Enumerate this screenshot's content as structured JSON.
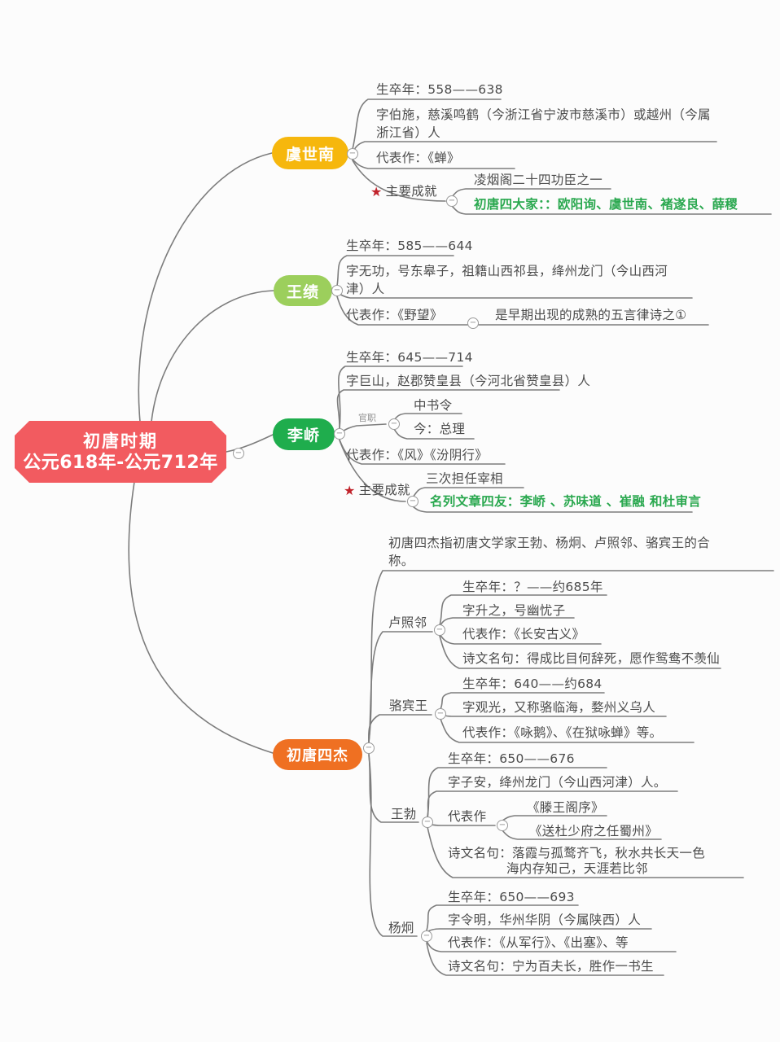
{
  "icons": {
    "minus": "−",
    "star": "★"
  },
  "colors": {
    "root_bg": "#f25b60",
    "yushinan_bg": "#f6b70d",
    "wangji_bg": "#9ccf5c",
    "liqiao_bg": "#1fad4d",
    "sijie_bg": "#ef7022",
    "highlight_green": "#2aa84f",
    "star_red": "#c1232b",
    "line_gray": "#7d7d7d",
    "text_gray": "#4b4b4b"
  },
  "root": {
    "title_line1": "初唐时期",
    "title_line2": "公元618年-公元712年"
  },
  "yushinan": {
    "label": "虞世南",
    "dates": "生卒年：558——638",
    "bio": "字伯施，慈溪鸣鹤（今浙江省宁波市慈溪市）或越州（今属浙江省）人",
    "works": "代表作：《蝉》",
    "achievement_label": "主要成就",
    "achievement1": "凌烟阁二十四功臣之一",
    "achievement2": "初唐四大家：：欧阳询、虞世南、褚遂良、薛稷"
  },
  "wangji": {
    "label": "王绩",
    "dates": "生卒年：585——644",
    "bio": "字无功，号东皋子，祖籍山西祁县，绛州龙门（今山西河津）人",
    "works": "代表作：《野望》",
    "works_note": "是早期出现的成熟的五言律诗之①"
  },
  "liqiao": {
    "label": "李峤",
    "dates": "生卒年：645——714",
    "bio": "字巨山，赵郡赞皇县（今河北省赞皇县）人",
    "office_label": "官职",
    "office1": "中书令",
    "office2": "今：总理",
    "works": "代表作：《风》《汾阴行》",
    "achievement_label": "主要成就",
    "achievement1": "三次担任宰相",
    "achievement2": "名列文章四友：李峤 、苏味道 、崔融  和杜审言"
  },
  "sijie": {
    "label": "初唐四杰",
    "intro": "初唐四杰指初唐文学家王勃、杨炯、卢照邻、骆宾王的合称。",
    "luzhaolin": {
      "name": "卢照邻",
      "dates": "生卒年：？——约685年",
      "zi": "字升之，号幽忧子",
      "works": "代表作：《长安古义》",
      "quote": "诗文名句：得成比目何辞死，愿作鸳鸯不羡仙"
    },
    "luobinwang": {
      "name": "骆宾王",
      "dates": "生卒年：640——约684",
      "zi": "字观光，又称骆临海，婺州义乌人",
      "works": "代表作：《咏鹅》、《在狱咏蝉》等。"
    },
    "wangbo": {
      "name": "王勃",
      "dates": "生卒年：650——676",
      "zi": "字子安，绛州龙门（今山西河津）人。",
      "works_label": "代表作",
      "work1": "《滕王阁序》",
      "work2": "《送杜少府之任蜀州》",
      "quote_line1": "诗文名句：落霞与孤鹜齐飞，秋水共长天一色",
      "quote_line2": "海内存知己，天涯若比邻"
    },
    "yangjiong": {
      "name": "杨炯",
      "dates": "生卒年：650——693",
      "zi": "字令明，华州华阴（今属陕西）人",
      "works": "代表作：《从军行》、《出塞》、等",
      "quote": "诗文名句：宁为百夫长，胜作一书生"
    }
  }
}
